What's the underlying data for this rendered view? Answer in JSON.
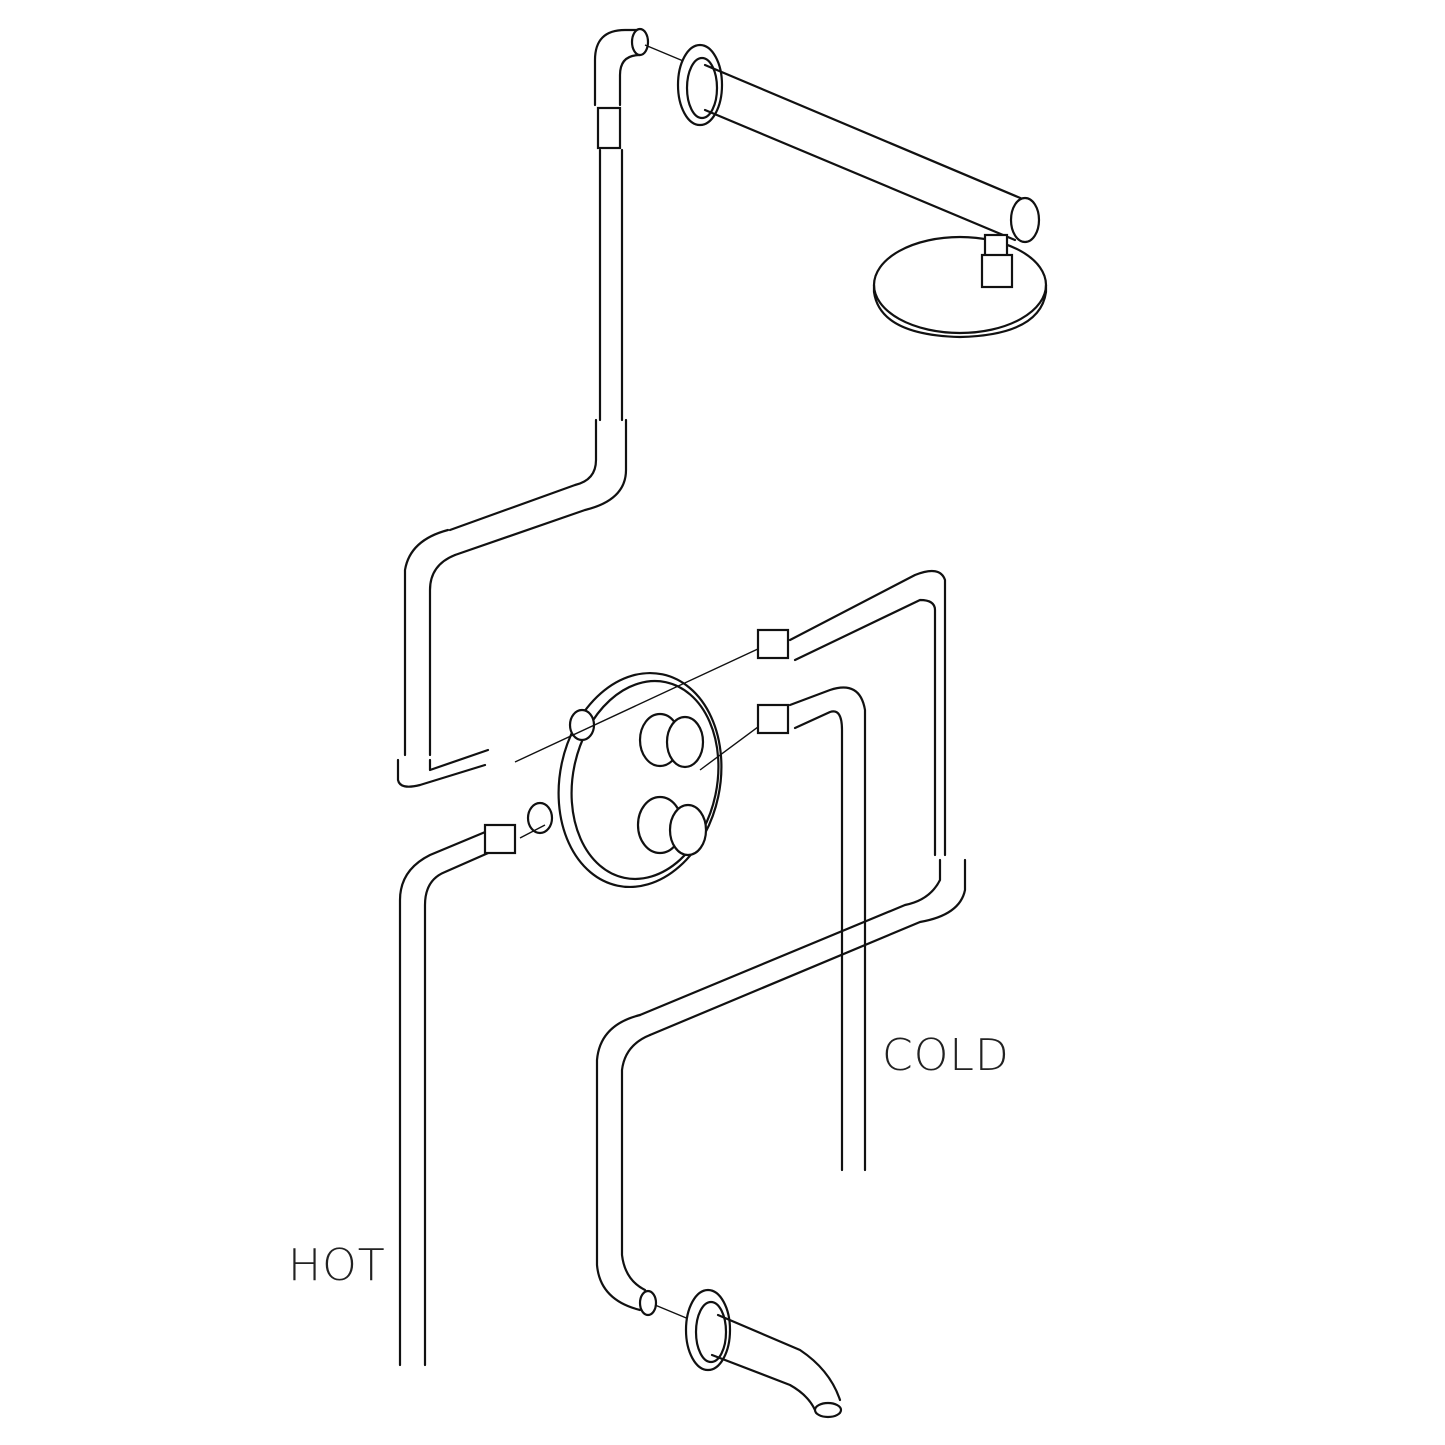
{
  "diagram": {
    "type": "exploded plumbing installation diagram",
    "components": [
      "shower-head",
      "shower-arm",
      "wall-flange",
      "thermostatic-valve",
      "tub-spout",
      "hot-supply-pipe",
      "cold-supply-pipe",
      "riser-pipe",
      "elbow-fittings",
      "threaded-nipples"
    ]
  },
  "labels": {
    "hot": "HOT",
    "cold": "COLD"
  },
  "colors": {
    "line": "#111111",
    "background": "#ffffff"
  }
}
